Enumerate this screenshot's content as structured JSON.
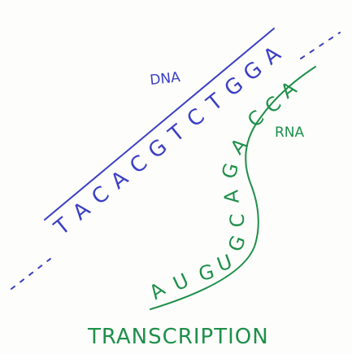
{
  "colors": {
    "dna": "#3a3fc4",
    "rna": "#1e8f4a",
    "background": "#fdfdfb"
  },
  "labels": {
    "dna": "DNA",
    "rna": "RNA",
    "title": "TRANSCRIPTION"
  },
  "dna_strand": {
    "sequence": [
      "T",
      "A",
      "C",
      "A",
      "C",
      "G",
      "T",
      "C",
      "T",
      "G",
      "G",
      "A"
    ]
  },
  "rna_strand": {
    "sequence": [
      "A",
      "U",
      "G",
      "U",
      "G",
      "C",
      "A",
      "G",
      "A",
      "C",
      "C",
      "A"
    ]
  }
}
